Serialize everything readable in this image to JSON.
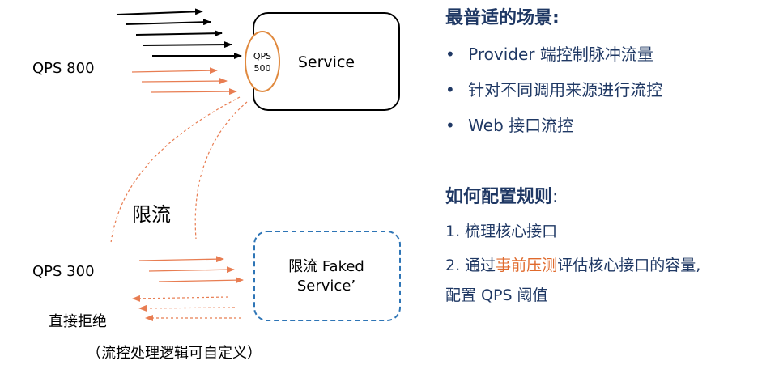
{
  "diagram": {
    "qps_800": "QPS 800",
    "qps_300": "QPS 300",
    "limit_badge_line1": "QPS",
    "limit_badge_line2": "500",
    "service_label": "Service",
    "rate_limit_label": "限流",
    "faked_service_line1": "限流 Faked",
    "faked_service_line2": "Service’",
    "reject_label": "直接拒绝",
    "custom_logic_note": "（流控处理逻辑可自定义）"
  },
  "right": {
    "scenarios_title": "最普适的场景:",
    "bullets": [
      "Provider 端控制脉冲流量",
      "针对不同调用来源进行流控",
      "Web 接口流控"
    ],
    "config_title": "如何配置规则",
    "config_colon": ":",
    "step1": "1. 梳理核心接口",
    "step2_prefix": "2. 通过",
    "step2_highlight": "事前压测",
    "step2_suffix": "评估核心接口的容量,",
    "step2_line2": "配置 QPS 阈值"
  },
  "colors": {
    "black_arrow": "#000000",
    "orange_arrow": "#e87d52",
    "orange_ellipse": "#e0893e",
    "blue_box": "#2e75b6",
    "text_dark_blue": "#1f3864",
    "highlight": "#e06a2c"
  }
}
